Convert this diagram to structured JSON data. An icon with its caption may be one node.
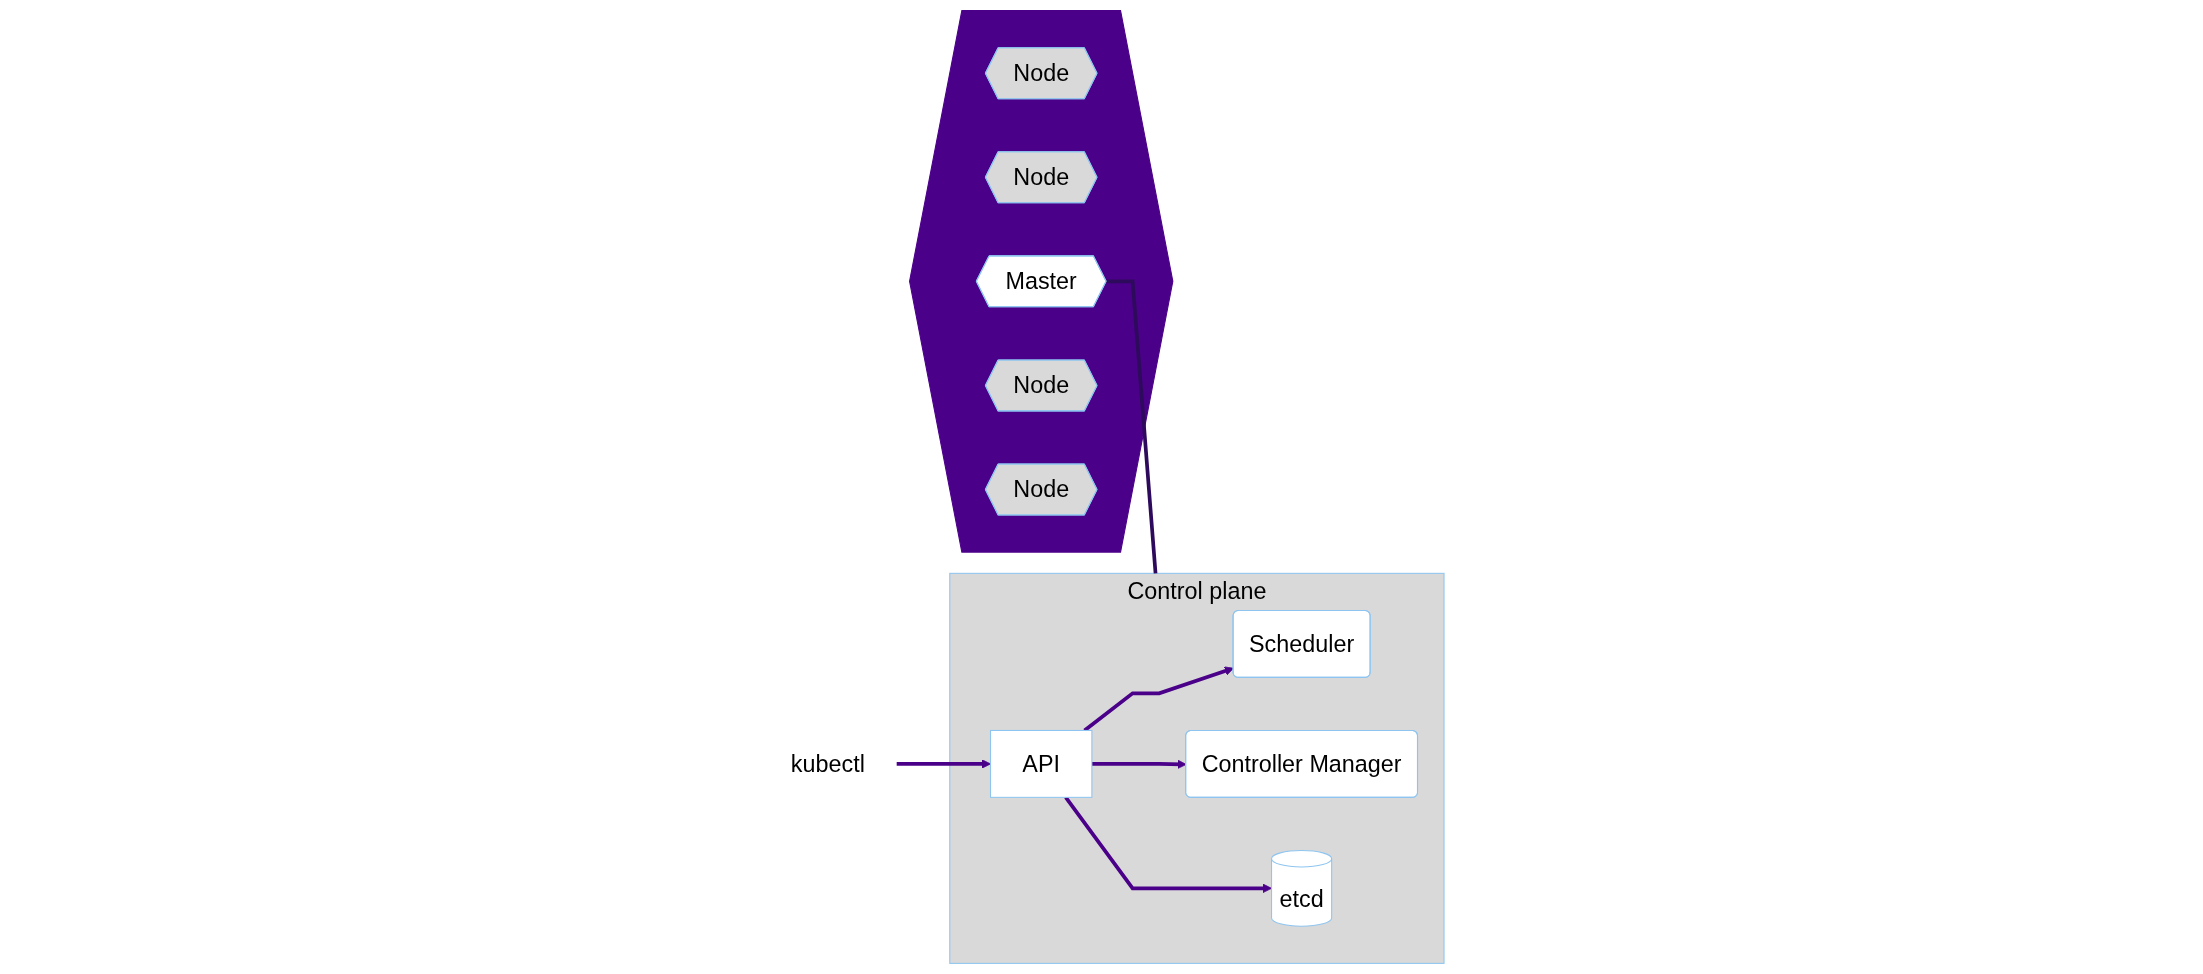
{
  "diagram": {
    "nodes": [
      {
        "text": [],
        "shape": "hexagon"
      },
      {
        "text": [
          "Node"
        ],
        "in": 0
      },
      {
        "text": [
          "Node"
        ],
        "in": 0
      },
      {
        "text": [
          "Master"
        ],
        "in": 0
      },
      {
        "text": [
          "Node"
        ],
        "in": 0
      },
      {
        "text": [
          "Node"
        ],
        "in": 0
      },
      {
        "text": [
          "Control plane"
        ]
      },
      {
        "text": [
          "Scheduler"
        ],
        "in": 6
      },
      {
        "text": [
          "Controller Manager"
        ],
        "in": 6
      },
      {
        "text": [
          "API"
        ],
        "in": 6
      },
      {
        "text": [
          "etcd"
        ],
        "in": 6
      },
      {
        "text": [
          "kubectl"
        ]
      }
    ],
    "edges": [
      {
        "from": 3,
        "to": 6,
        "arrow": "none",
        "color": "#2e0a5c"
      },
      {
        "from": 9,
        "to": 7,
        "arrow": "to"
      },
      {
        "from": 9,
        "to": 8,
        "arrow": "to"
      },
      {
        "from": 9,
        "to": 10,
        "arrow": "to"
      },
      {
        "from": 11,
        "to": 9,
        "arrow": "to"
      }
    ]
  }
}
